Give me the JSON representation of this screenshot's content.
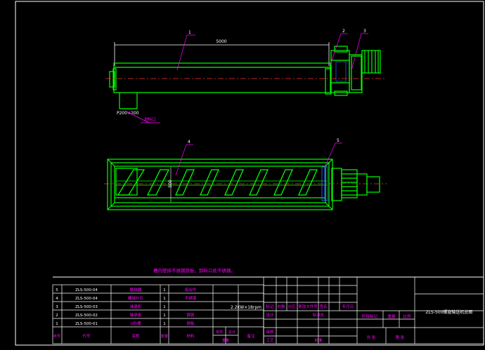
{
  "callouts": [
    "1",
    "2",
    "3",
    "4",
    "5"
  ],
  "top_view": {
    "length_dim": "5000",
    "inlet_label": "P200×200",
    "inlet_note": "进料口"
  },
  "plan_view": {
    "width_dim": "500"
  },
  "tech_note": "槽内壁抹不锈钢铁板，卸料口处不锈钢。",
  "motor_note": "2.2KW×18rpm",
  "parts_list": {
    "rows": [
      {
        "no": "5",
        "code": "ZLS-500-04",
        "name": "联轴器",
        "qty": "1",
        "material": "组合件"
      },
      {
        "no": "4",
        "code": "ZLS-500-04",
        "name": "螺旋叶片",
        "qty": "1",
        "material": "不锈钢"
      },
      {
        "no": "3",
        "code": "ZLS-500-03",
        "name": "减速机",
        "qty": "1",
        "material": ""
      },
      {
        "no": "2",
        "code": "ZLS-500-02",
        "name": "轴承座",
        "qty": "1",
        "material": "铸铁"
      },
      {
        "no": "1",
        "code": "ZLS-500-01",
        "name": "U形槽",
        "qty": "1",
        "material": "钢板"
      }
    ],
    "header": {
      "no": "序号",
      "code": "代号",
      "name": "名称",
      "qty": "数量",
      "material": "材料",
      "unit": "单件",
      "total": "总计",
      "weight": "重量",
      "remark": "备注"
    }
  },
  "title_block": {
    "revision_headers": [
      "标记",
      "处数",
      "分区",
      "更改文件号",
      "签名",
      "年月日"
    ],
    "roles": [
      "设计",
      "审核",
      "工艺"
    ],
    "standardization": "标准化",
    "approve": "批准",
    "stage_headers": [
      "阶段标记",
      "重量",
      "比例"
    ],
    "sheet_info": [
      "共 张",
      "第 张"
    ],
    "drawing_title": "ZLS-500螺旋输送机总图"
  },
  "colors": {
    "outline": "#00ff00",
    "frame": "#ffffff",
    "leader": "#ff00ff",
    "centerline": "#ff3030",
    "annotation": "#ff00ff",
    "blue": "#3050ff",
    "dim": "#ffffff"
  }
}
